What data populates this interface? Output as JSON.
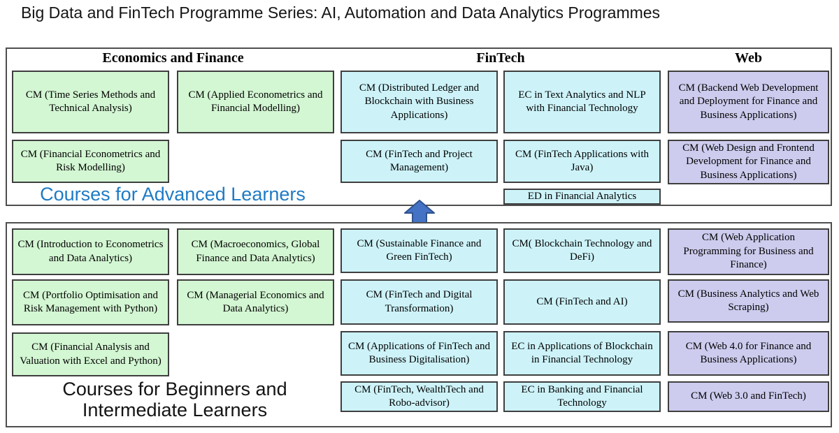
{
  "title": "Big Data and FinTech Programme Series: AI, Automation and Data Analytics Programmes",
  "colors": {
    "econ_fill": "#d3f6d3",
    "fintech_fill": "#cdf3f9",
    "web_fill": "#cdccee",
    "box_border": "#3f3f3f",
    "container_border": "#4f4f4f",
    "advanced_label": "#1f7bc5",
    "arrow_fill": "#4472c4",
    "arrow_stroke": "#2f528f"
  },
  "headers": {
    "econ": "Economics and Finance",
    "fintech": "FinTech",
    "web": "Web"
  },
  "advanced": {
    "label": "Courses for Advanced Learners",
    "econ": {
      "r1c1": "CM (Time Series Methods and Technical Analysis)",
      "r1c2": "CM (Applied Econometrics and Financial Modelling)",
      "r2c1": "CM (Financial Econometrics and Risk Modelling)"
    },
    "fintech": {
      "r1c1": "CM (Distributed Ledger and Blockchain with Business Applications)",
      "r1c2": "EC in Text Analytics and NLP with Financial Technology",
      "r2c1": "CM (FinTech and Project Management)",
      "r2c2": "CM (FinTech Applications with Java)",
      "r3c2": "ED in Financial Analytics"
    },
    "web": {
      "r1": "CM (Backend Web Development and Deployment for Finance and Business Applications)",
      "r2": "CM (Web Design and Frontend Development for Finance and Business Applications)"
    }
  },
  "beginner": {
    "label": "Courses for Beginners and Intermediate Learners",
    "econ": {
      "r1c1": "CM (Introduction to Econometrics and Data Analytics)",
      "r1c2": "CM (Macroeconomics, Global Finance and Data Analytics)",
      "r2c1": "CM (Portfolio Optimisation and Risk Management with Python)",
      "r2c2": "CM (Managerial Economics and Data Analytics)",
      "r3c1": "CM (Financial Analysis and Valuation with Excel and Python)"
    },
    "fintech": {
      "r1c1": "CM (Sustainable Finance and Green FinTech)",
      "r1c2": "CM( Blockchain Technology and DeFi)",
      "r2c1": "CM (FinTech and Digital Transformation)",
      "r2c2": "CM (FinTech and AI)",
      "r3c1": "CM (Applications of FinTech and Business Digitalisation)",
      "r3c2": "EC in Applications of Blockchain in Financial Technology",
      "r4c1": "CM (FinTech, WealthTech and Robo-advisor)",
      "r4c2": "EC in Banking and Financial Technology"
    },
    "web": {
      "r1": "CM (Web Application Programming for Business and Finance)",
      "r2": "CM (Business Analytics and Web Scraping)",
      "r3": "CM (Web 4.0 for Finance and Business Applications)",
      "r4": "CM (Web 3.0 and FinTech)"
    }
  }
}
